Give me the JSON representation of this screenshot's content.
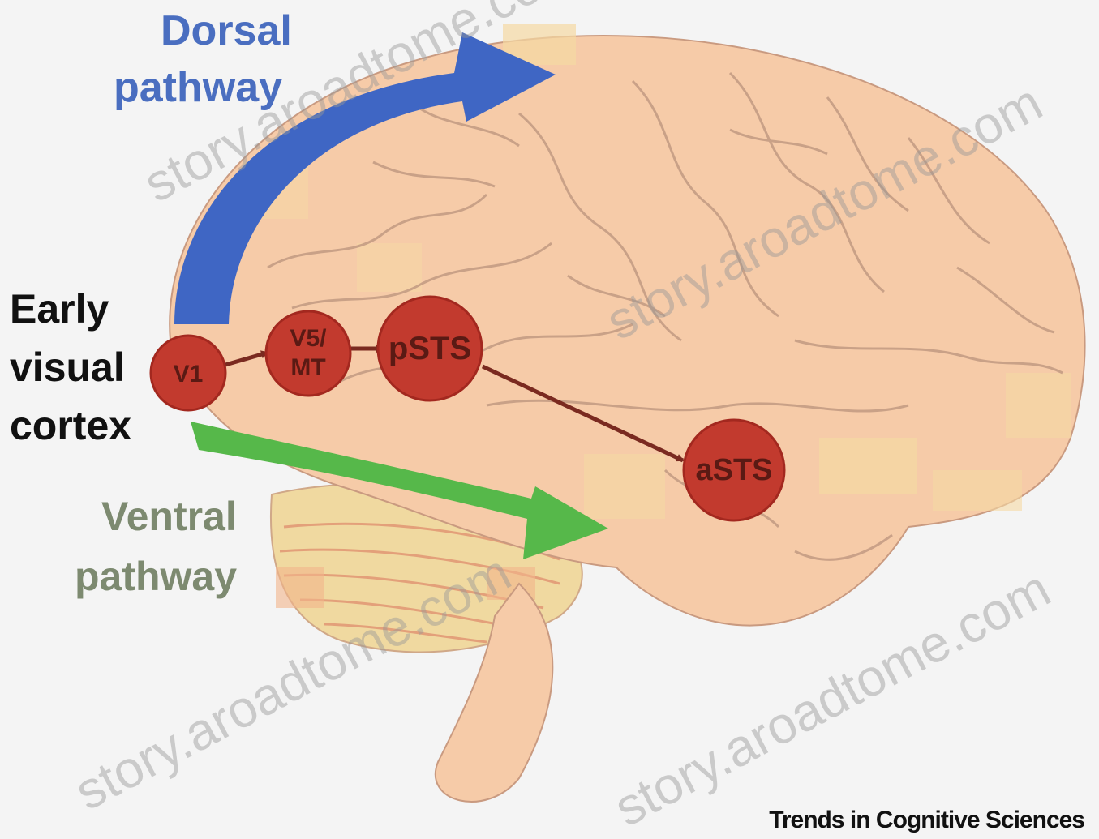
{
  "labels": {
    "dorsal_line1": "Dorsal",
    "dorsal_line2": "pathway",
    "ventral_line1": "Ventral",
    "ventral_line2": "pathway",
    "early_line1": "Early",
    "early_line2": "visual",
    "early_line3": "cortex"
  },
  "nodes": {
    "v1": "V1",
    "v5_line1": "V5/",
    "v5_line2": "MT",
    "psts": "pSTS",
    "asts": "aSTS"
  },
  "credit": "Trends in Cognitive Sciences",
  "watermark": "story.aroadtome.com",
  "colors": {
    "dorsal_arrow": "#3f66c4",
    "ventral_arrow": "#56b84a",
    "node_fill": "#c23a2e",
    "brain_fill": "#f6cba8"
  }
}
